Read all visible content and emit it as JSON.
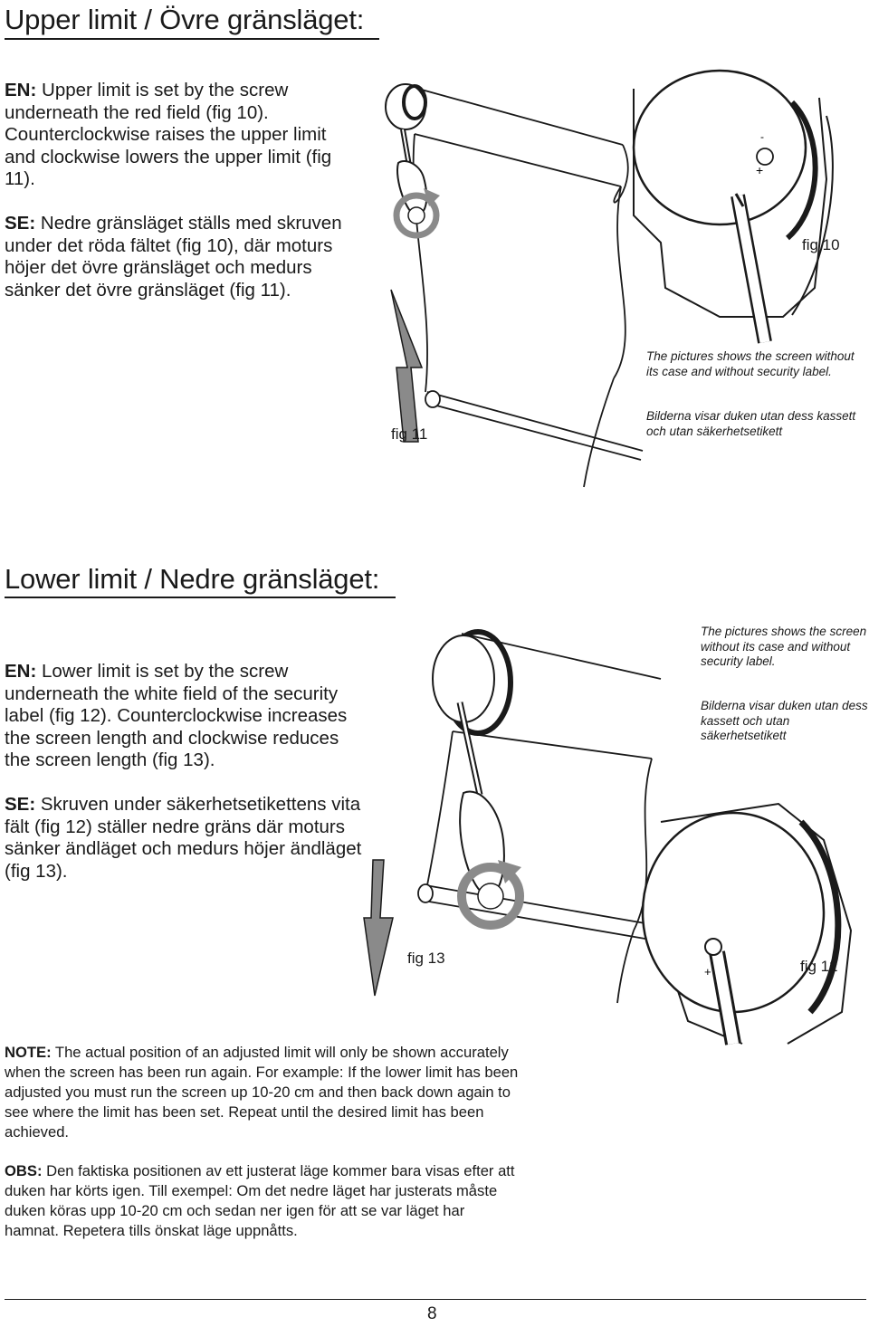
{
  "upper": {
    "heading": "Upper limit / Övre gränsläget:",
    "en_label": "EN:",
    "en_text": " Upper limit is set by the screw underneath the red field (fig 10). Counterclockwise raises the upper limit and clockwise lowers the upper limit (fig 11).",
    "se_label": "SE:",
    "se_text": " Nedre gränsläget ställs med skruven under det röda fältet (fig 10), där moturs höjer det övre gränsläget och medurs sänker det övre gränsläget (fig 11).",
    "fig10_label": "fig 10",
    "fig11_label": "fig 11",
    "note_en": "The pictures shows the screen without its case and without security label.",
    "note_se": "Bilderna visar duken utan dess kassett och utan säkerhetsetikett"
  },
  "lower": {
    "heading": "Lower limit / Nedre gränsläget:",
    "en_label": "EN:",
    "en_text": " Lower limit is set by the screw underneath the white field of the security label (fig 12). Counterclockwise increases the screen length and clockwise reduces the screen length (fig 13).",
    "se_label": "SE:",
    "se_text": " Skruven under säkerhetsetikettens vita fält (fig 12) ställer nedre gräns där moturs sänker ändläget och medurs höjer ändläget (fig 13).",
    "fig12_label": "fig 12",
    "fig13_label": "fig 13",
    "note_en": "The pictures shows the screen without its case and without security label.",
    "note_se": "Bilderna visar duken utan dess kassett och utan säkerhetsetikett"
  },
  "footer": {
    "note_label": "NOTE:",
    "note_text": " The actual position of an adjusted limit will only be shown accurately when the screen has been run again. For example: If the lower limit has been adjusted you must run the screen up 10-20 cm and then back down again to see where the limit has been set. Repeat until the desired limit has been achieved.",
    "obs_label": "OBS:",
    "obs_text": " Den faktiska positionen av ett justerat läge kommer bara visas efter att duken har körts igen. Till exempel: Om det nedre läget har justerats måste duken köras upp 10-20 cm och sedan ner igen för att se var läget har hamnat. Repetera tills önskat läge uppnåtts."
  },
  "page_number": "8",
  "colors": {
    "arrow_gray": "#8a8a8a",
    "line": "#1a1a1a"
  },
  "icons": [
    "up-arrow-icon",
    "down-arrow-icon",
    "rotate-arrow-icon",
    "screwdriver-icon"
  ]
}
